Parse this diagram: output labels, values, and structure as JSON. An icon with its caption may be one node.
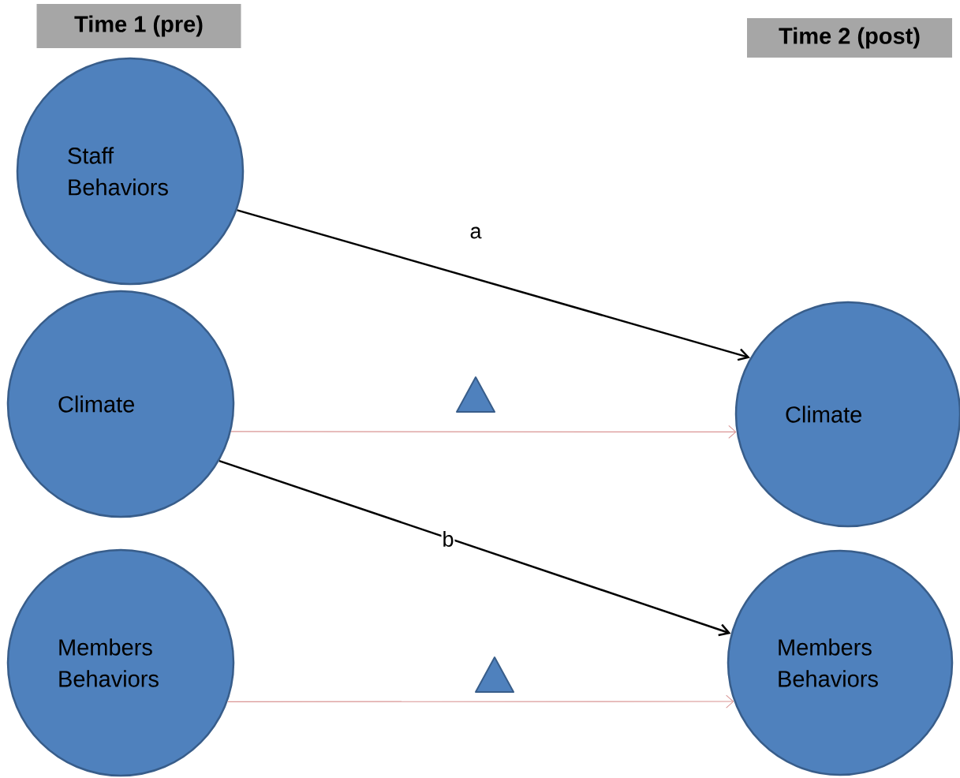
{
  "diagram": {
    "nodes": [
      {
        "text": [
          "Time 1 (pre)"
        ]
      },
      {
        "text": [
          "Time 2 (post)"
        ]
      },
      {
        "text": [
          "Staff Behaviors"
        ]
      },
      {
        "text": [
          "Climate"
        ]
      },
      {
        "text": [
          "Members Behaviors"
        ]
      },
      {
        "text": [
          "Climate"
        ]
      },
      {
        "text": [
          "Members Behaviors"
        ]
      }
    ],
    "edges": [
      {
        "from": 2,
        "to": 5,
        "arrow": "to",
        "label": "a"
      },
      {
        "from": 3,
        "to": 6,
        "arrow": "to",
        "label": "b"
      },
      {
        "from": 3,
        "to": 5,
        "arrow": "to",
        "color": "#d99594"
      },
      {
        "from": 4,
        "to": 6,
        "arrow": "to",
        "color": "#d99594"
      }
    ]
  }
}
